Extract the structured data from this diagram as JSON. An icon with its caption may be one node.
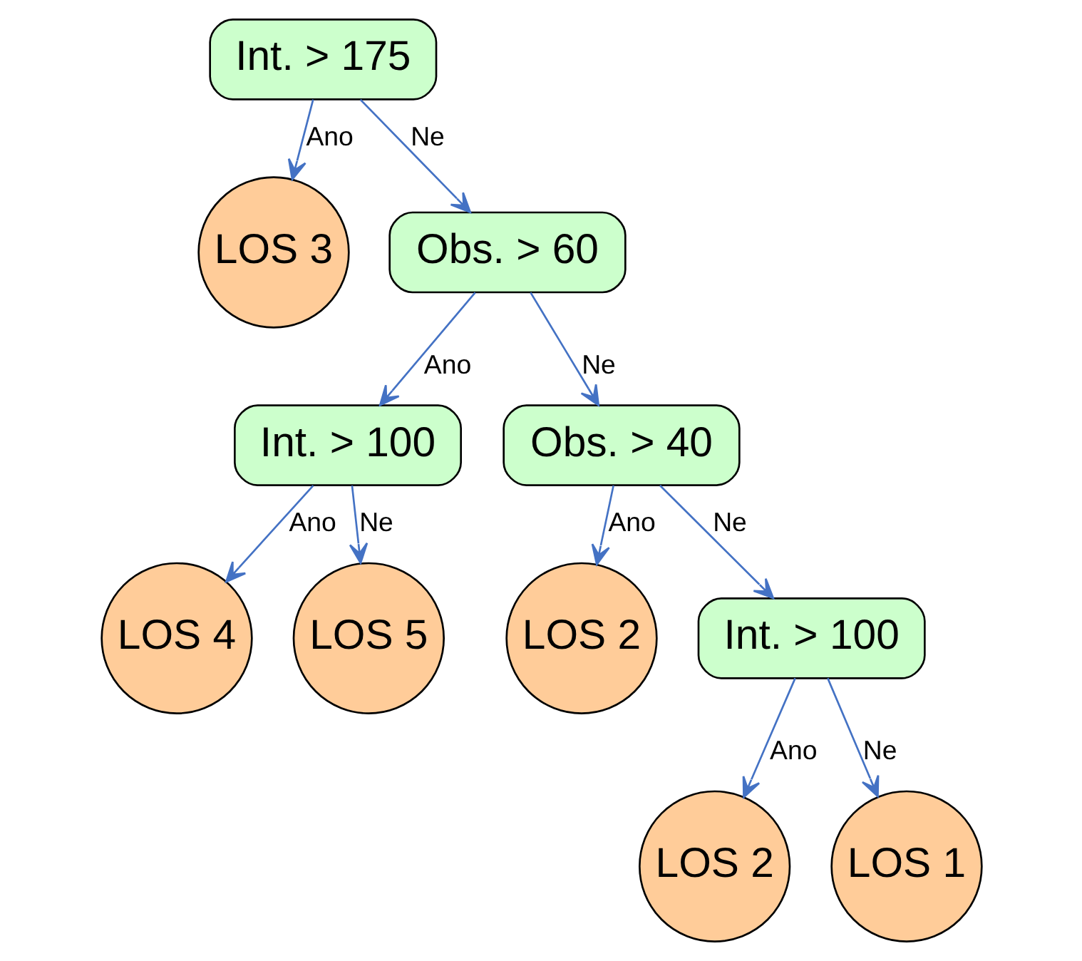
{
  "diagram": {
    "nodes": [
      {
        "text": [
          "Int. > 175"
        ]
      },
      {
        "text": [
          "LOS 3"
        ]
      },
      {
        "text": [
          "Obs. > 60"
        ]
      },
      {
        "text": [
          "Int. > 100"
        ]
      },
      {
        "text": [
          "Obs. > 40"
        ]
      },
      {
        "text": [
          "LOS 4"
        ]
      },
      {
        "text": [
          "LOS 5"
        ]
      },
      {
        "text": [
          "LOS 2"
        ]
      },
      {
        "text": [
          "Int. > 100"
        ]
      },
      {
        "text": [
          "LOS 2"
        ]
      },
      {
        "text": [
          "LOS 1"
        ]
      }
    ],
    "edges": [
      {
        "from": 0,
        "to": 1,
        "label": "Ano",
        "arrow": "to"
      },
      {
        "from": 0,
        "to": 2,
        "label": "Ne",
        "arrow": "to"
      },
      {
        "from": 2,
        "to": 3,
        "label": "Ano",
        "arrow": "to"
      },
      {
        "from": 2,
        "to": 4,
        "label": "Ne",
        "arrow": "to"
      },
      {
        "from": 3,
        "to": 5,
        "label": "Ano",
        "arrow": "to"
      },
      {
        "from": 3,
        "to": 6,
        "label": "Ne",
        "arrow": "to"
      },
      {
        "from": 4,
        "to": 7,
        "label": "Ano",
        "arrow": "to"
      },
      {
        "from": 4,
        "to": 8,
        "label": "Ne",
        "arrow": "to"
      },
      {
        "from": 8,
        "to": 9,
        "label": "Ano",
        "arrow": "to"
      },
      {
        "from": 8,
        "to": 10,
        "label": "Ne",
        "arrow": "to"
      }
    ]
  }
}
